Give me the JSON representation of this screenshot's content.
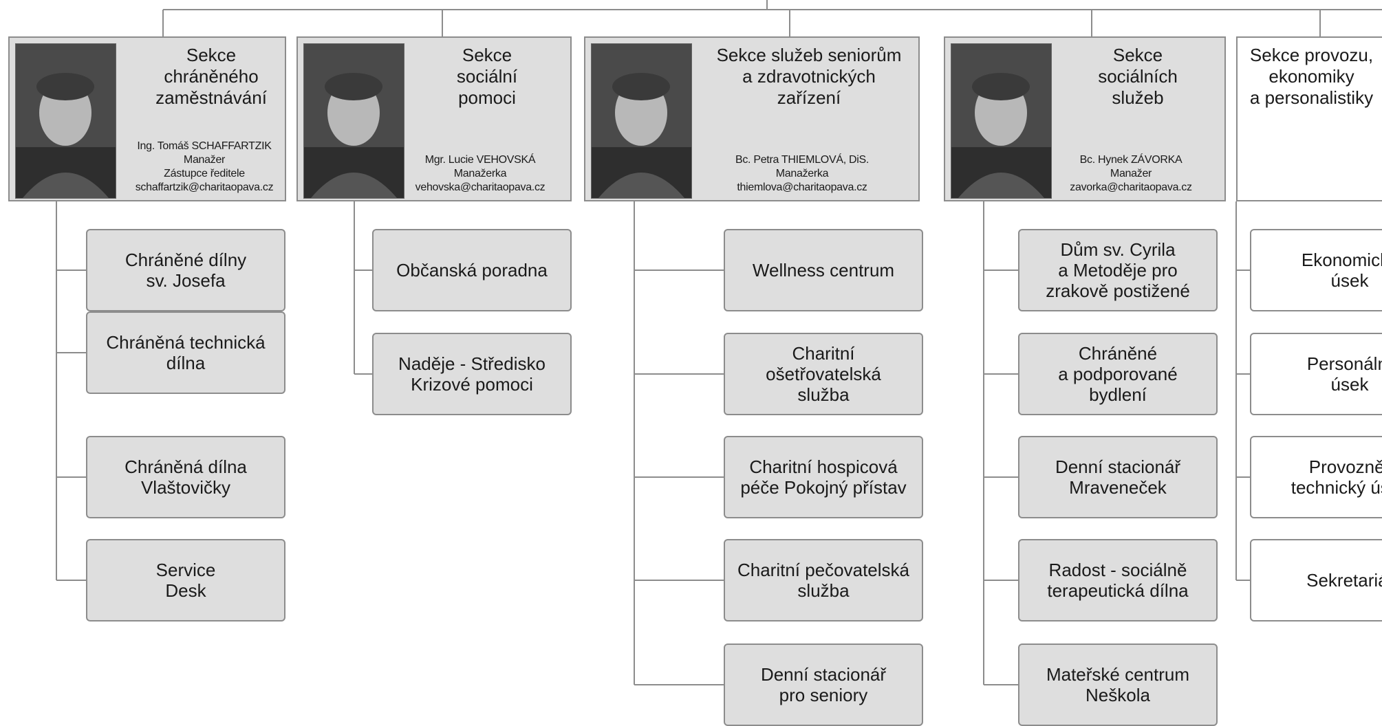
{
  "sections": [
    {
      "title": "Sekce\nchráněného\nzaměstnávání",
      "name": "Ing. Tomáš SCHAFFARTZIK",
      "roles": [
        "Manažer",
        "Zástupce ředitele"
      ],
      "email": "schaffartzik@charitaopava.cz",
      "photo": "portrait-man-1",
      "units": [
        "Chráněné dílny\nsv. Josefa",
        "Chráněná technická\ndílna",
        "Chráněná dílna\nVlaštovičky",
        "Service\nDesk"
      ]
    },
    {
      "title": "Sekce\nsociální\npomoci",
      "name": "Mgr. Lucie VEHOVSKÁ",
      "roles": [
        "Manažerka"
      ],
      "email": "vehovska@charitaopava.cz",
      "photo": "portrait-woman-1",
      "units": [
        "Občanská poradna",
        "Naděje - Středisko\nKrizové pomoci"
      ]
    },
    {
      "title": "Sekce služeb seniorům\na zdravotnických\nzařízení",
      "name": "Bc. Petra THIEMLOVÁ, DiS.",
      "roles": [
        "Manažerka"
      ],
      "email": "thiemlova@charitaopava.cz",
      "photo": "portrait-woman-2",
      "units": [
        "Wellness centrum",
        "Charitní\nošetřovatelská\nslužba",
        "Charitní hospicová\npéče Pokojný přístav",
        "Charitní pečovatelská\nslužba",
        "Denní stacionář\npro seniory"
      ]
    },
    {
      "title": "Sekce\nsociálních\nslužeb",
      "name": "Bc. Hynek ZÁVORKA",
      "roles": [
        "Manažer"
      ],
      "email": "zavorka@charitaopava.cz",
      "photo": "portrait-man-2",
      "units": [
        "Dům sv. Cyrila\na Metoděje pro\nzrakově postižené",
        "Chráněné\na podporované\nbydlení",
        "Denní stacionář\nMraveneček",
        "Radost - sociálně\nterapeutická dílna",
        "Mateřské centrum\nNeškola"
      ]
    },
    {
      "title": "Sekce provozu,\nekonomiky\na personalistiky",
      "units": [
        "Ekonomický\núsek",
        "Personální\núsek",
        "Provozně-\ntechnický úsek",
        "Sekretariát"
      ]
    }
  ],
  "colors": {
    "box_fill": "#dedede",
    "border": "#8c8c8c",
    "line": "#8c8c8c"
  }
}
